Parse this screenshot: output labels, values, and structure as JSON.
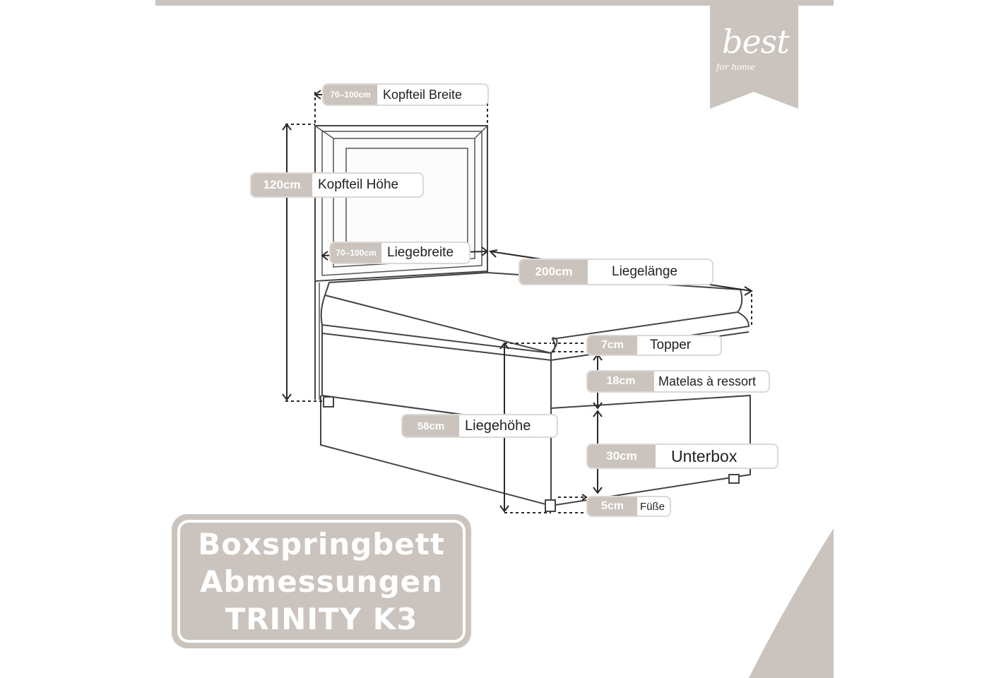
{
  "brand": {
    "logo_text": "best",
    "logo_subtext": "for home"
  },
  "dimensions": {
    "kopfteil_breite": {
      "value": "70–100cm",
      "label": "Kopfteil Breite"
    },
    "kopfteil_hoehe": {
      "value": "120cm",
      "label": "Kopfteil Höhe"
    },
    "liegebreite": {
      "value": "70–100cm",
      "label": "Liegebreite"
    },
    "liegelaenge": {
      "value": "200cm",
      "label": "Liegelänge"
    },
    "topper": {
      "value": "7cm",
      "label": "Topper"
    },
    "matelas": {
      "value": "18cm",
      "label": "Matelas à ressort"
    },
    "liegehoehe": {
      "value": "58cm",
      "label": "Liegehöhe"
    },
    "unterbox": {
      "value": "30cm",
      "label": "Unterbox"
    },
    "fuesse": {
      "value": "5cm",
      "label": "Füße"
    }
  },
  "title": {
    "line1": "Boxspringbett",
    "line2": "Abmessungen",
    "line3": "TRINITY K3"
  },
  "colors": {
    "accent": "#cbc3bd",
    "line": "#2a2a2a",
    "label_border": "#ddd8d4"
  }
}
